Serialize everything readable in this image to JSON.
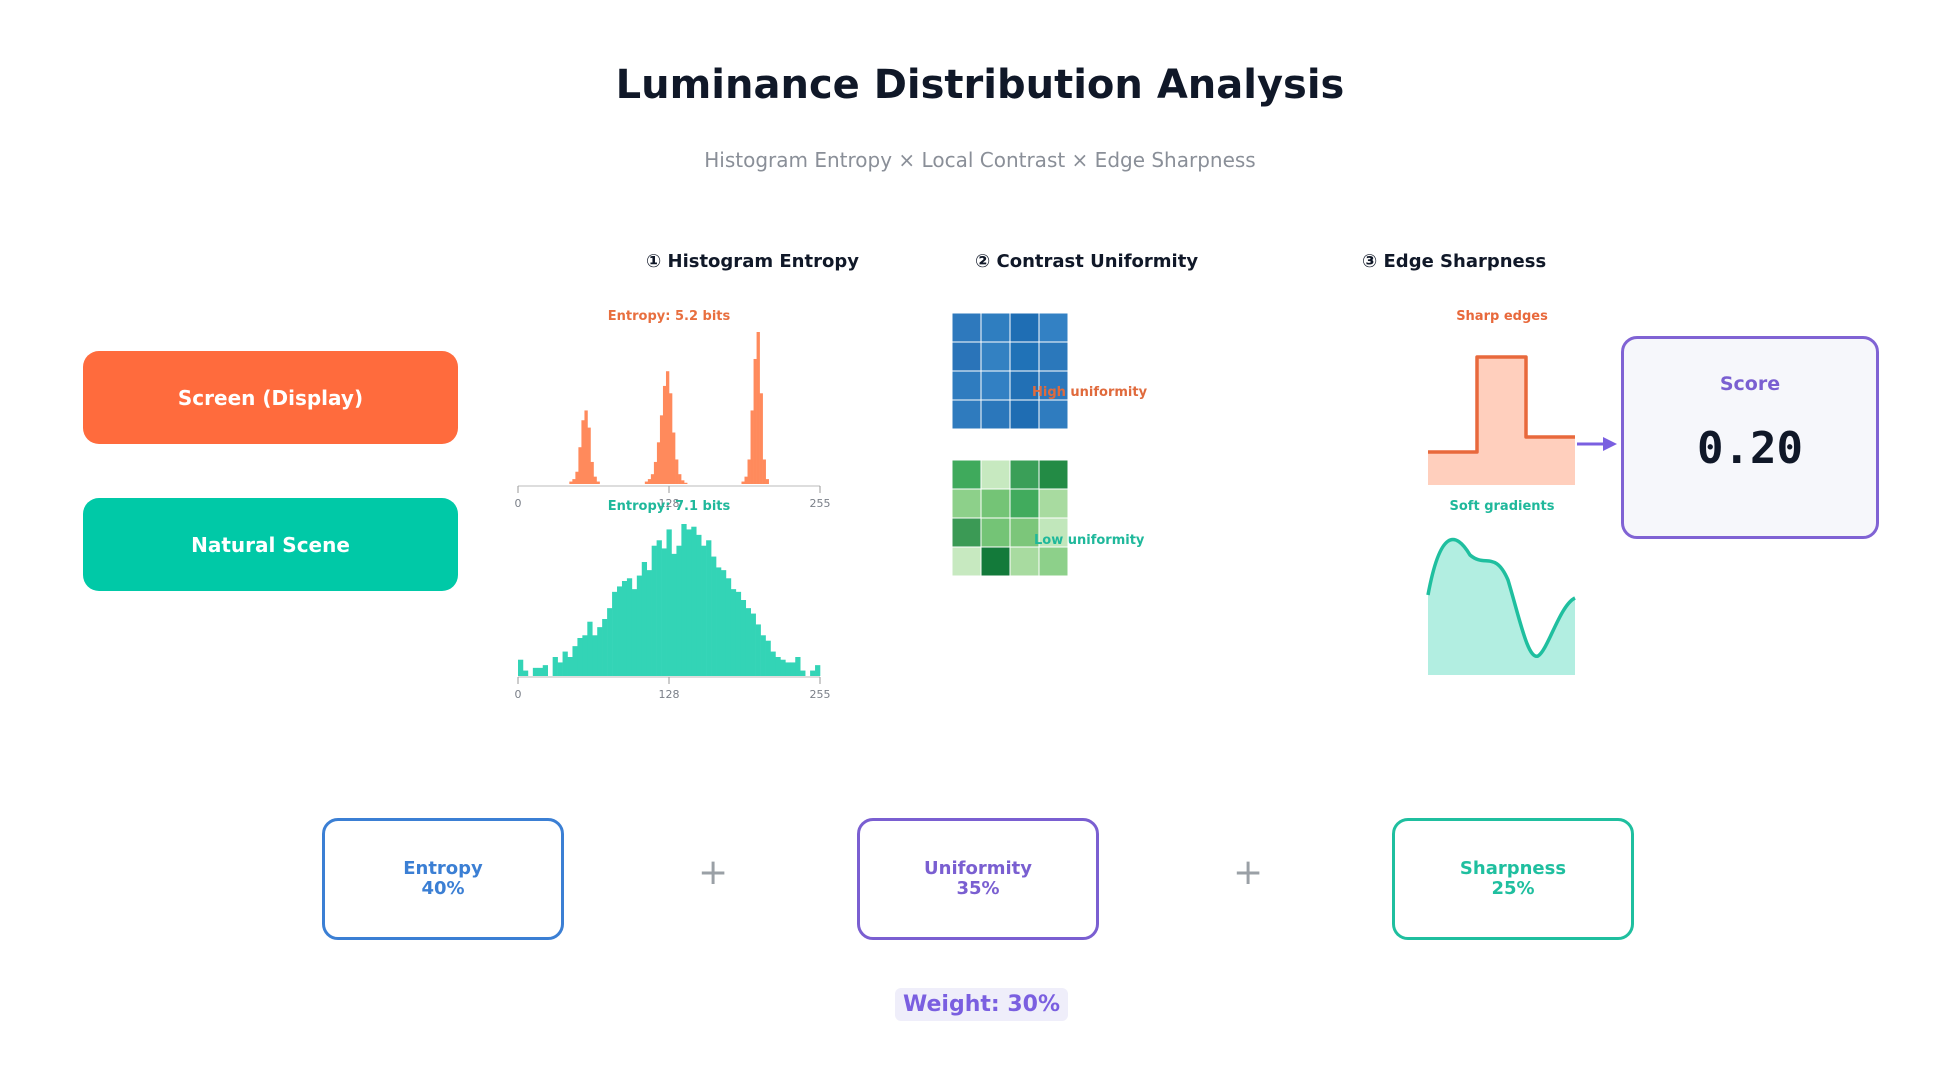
{
  "title": "Luminance Distribution Analysis",
  "subtitle": "Histogram Entropy × Local Contrast × Edge Sharpness",
  "inputs": {
    "screen": {
      "label": "Screen (Display)",
      "color": "#ff6b3d"
    },
    "natural": {
      "label": "Natural Scene",
      "color": "#00c9a7"
    }
  },
  "columns": {
    "entropy": "① Histogram Entropy",
    "uniformity": "② Contrast Uniformity",
    "sharpness": "③ Edge Sharpness"
  },
  "histograms": {
    "screen": {
      "label": "Entropy: 5.2 bits",
      "color": "#ff8a5c",
      "ticks": [
        "0",
        "128",
        "255"
      ],
      "values": [
        0,
        0,
        0,
        0,
        0,
        0,
        0,
        0,
        0,
        0,
        0,
        0,
        0,
        0,
        0,
        0,
        0,
        2,
        4,
        10,
        30,
        52,
        60,
        46,
        18,
        6,
        2,
        0,
        0,
        0,
        0,
        0,
        0,
        0,
        0,
        0,
        0,
        0,
        0,
        0,
        0,
        0,
        2,
        4,
        8,
        18,
        34,
        56,
        80,
        92,
        74,
        42,
        20,
        8,
        3,
        1,
        0,
        0,
        0,
        0,
        0,
        0,
        0,
        0,
        0,
        0,
        0,
        0,
        0,
        0,
        0,
        0,
        0,
        0,
        2,
        6,
        20,
        60,
        102,
        124,
        74,
        20,
        4,
        0,
        0,
        0,
        0,
        0,
        0,
        0,
        0,
        0,
        0,
        0,
        0,
        0,
        0,
        0,
        0,
        0
      ]
    },
    "natural": {
      "label": "Entropy: 7.1 bits",
      "color": "#33d4b6",
      "ticks": [
        "0",
        "128",
        "255"
      ],
      "values": [
        12,
        4,
        0,
        6,
        6,
        8,
        0,
        14,
        10,
        18,
        14,
        22,
        28,
        30,
        40,
        30,
        36,
        42,
        50,
        62,
        66,
        70,
        72,
        64,
        74,
        84,
        78,
        96,
        100,
        94,
        108,
        90,
        96,
        112,
        108,
        110,
        104,
        96,
        100,
        88,
        80,
        78,
        72,
        64,
        62,
        56,
        50,
        46,
        38,
        30,
        26,
        18,
        14,
        12,
        10,
        10,
        14,
        4,
        0,
        4,
        8
      ]
    }
  },
  "uniformity": {
    "high": {
      "label": "High uniformity",
      "color": "#e06a3c",
      "cells": [
        "#2e79bd",
        "#2f7ec0",
        "#1f6eb4",
        "#3381c4",
        "#2a74b9",
        "#3381c2",
        "#2072b7",
        "#2b78bb",
        "#2f7cbf",
        "#3280c3",
        "#2270b5",
        "#2c78bc",
        "#2f7bbe",
        "#2b77bb",
        "#1f6db3",
        "#2f7cbf"
      ]
    },
    "low": {
      "label": "Low uniformity",
      "color": "#1fb89b",
      "cells": [
        "#3faa5c",
        "#c7e9c0",
        "#3a9f58",
        "#238b45",
        "#8dd08a",
        "#74c476",
        "#41ab5d",
        "#a8dba0",
        "#3b9a55",
        "#74c476",
        "#7cc67a",
        "#c1e7bb",
        "#c7e9c0",
        "#137a3a",
        "#a8dba0",
        "#8dd08a"
      ]
    }
  },
  "sharpness": {
    "sharp": {
      "label": "Sharp edges",
      "color": "#e8693c",
      "fill": "#ffcfbd"
    },
    "soft": {
      "label": "Soft gradients",
      "color": "#1fbf9f",
      "fill": "#b2eee1"
    }
  },
  "score": {
    "label": "Score",
    "value": "0.20",
    "color": "#8063d4"
  },
  "weights": [
    {
      "name": "Entropy",
      "pct": "40%",
      "color": "#3b7fd4"
    },
    {
      "name": "Uniformity",
      "pct": "35%",
      "color": "#7a5fd1"
    },
    {
      "name": "Sharpness",
      "pct": "25%",
      "color": "#1fbf9f"
    }
  ],
  "plus_sign": "+",
  "weight_note": "Weight: 30%"
}
